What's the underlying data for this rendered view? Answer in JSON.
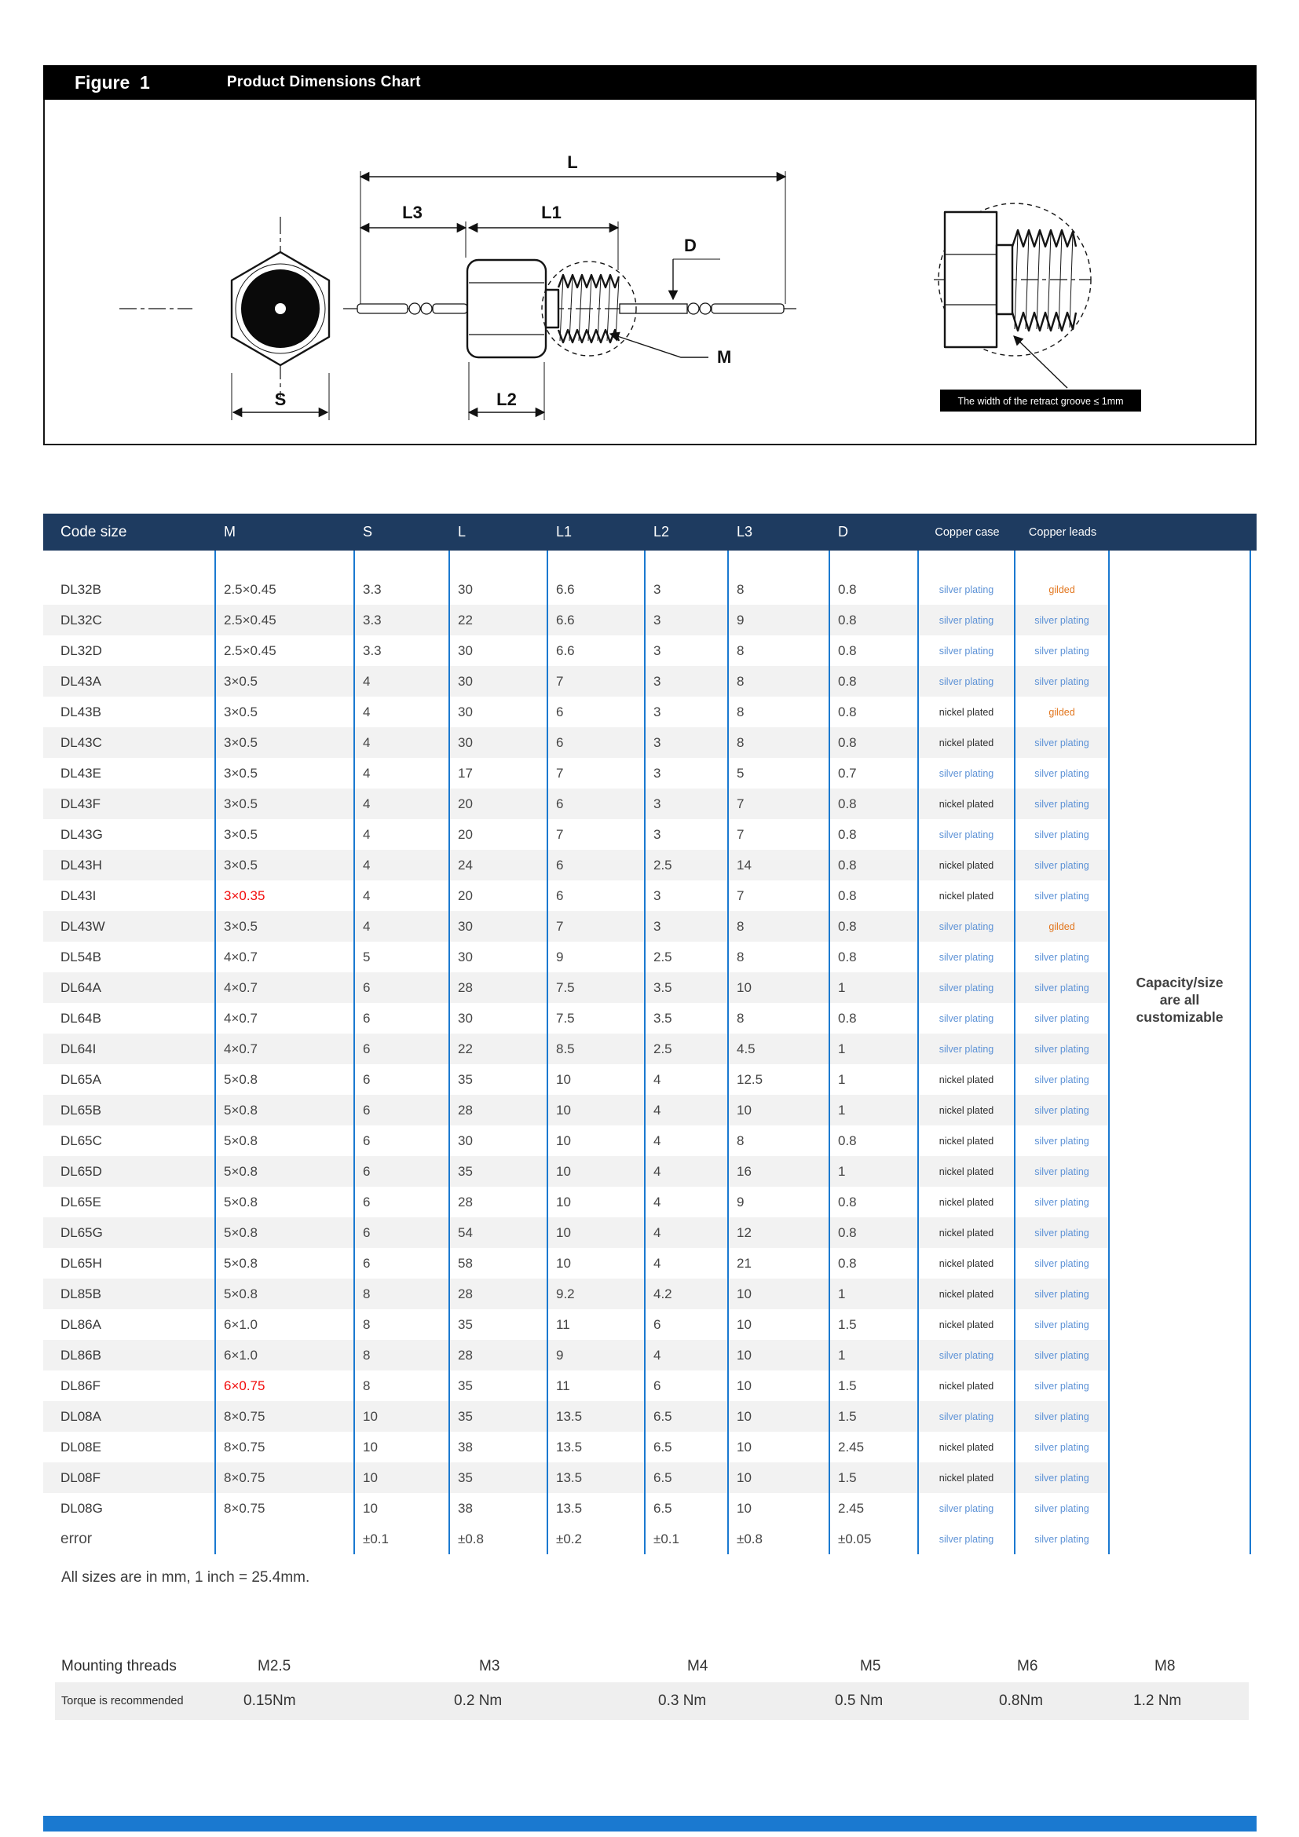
{
  "figure": {
    "label": "Figure  1",
    "title": "Product Dimensions Chart",
    "note": "The width of the retract groove ≤ 1mm",
    "dim_labels": {
      "L": "L",
      "L1": "L1",
      "L2": "L2",
      "L3": "L3",
      "S": "S",
      "M": "M",
      "D": "D"
    }
  },
  "table": {
    "headers": [
      "Code size",
      "M",
      "S",
      "L",
      "L1",
      "L2",
      "L3",
      "D",
      "Copper case",
      "Copper leads"
    ],
    "column_keys": [
      "code",
      "m",
      "s",
      "l",
      "l1",
      "l2",
      "l3",
      "d",
      "case",
      "leads"
    ],
    "rows": [
      {
        "code": "DL32B",
        "m": "2.5×0.45",
        "s": "3.3",
        "l": "30",
        "l1": "6.6",
        "l2": "3",
        "l3": "8",
        "d": "0.8",
        "case": "silver plating",
        "leads": "gilded"
      },
      {
        "code": "DL32C",
        "m": "2.5×0.45",
        "s": "3.3",
        "l": "22",
        "l1": "6.6",
        "l2": "3",
        "l3": "9",
        "d": "0.8",
        "case": "silver plating",
        "leads": "silver plating"
      },
      {
        "code": "DL32D",
        "m": "2.5×0.45",
        "s": "3.3",
        "l": "30",
        "l1": "6.6",
        "l2": "3",
        "l3": "8",
        "d": "0.8",
        "case": "silver plating",
        "leads": "silver plating"
      },
      {
        "code": "DL43A",
        "m": "3×0.5",
        "s": "4",
        "l": "30",
        "l1": "7",
        "l2": "3",
        "l3": "8",
        "d": "0.8",
        "case": "silver plating",
        "leads": "silver plating"
      },
      {
        "code": "DL43B",
        "m": "3×0.5",
        "s": "4",
        "l": "30",
        "l1": "6",
        "l2": "3",
        "l3": "8",
        "d": "0.8",
        "case": "nickel plated",
        "leads": "gilded"
      },
      {
        "code": "DL43C",
        "m": "3×0.5",
        "s": "4",
        "l": "30",
        "l1": "6",
        "l2": "3",
        "l3": "8",
        "d": "0.8",
        "case": "nickel plated",
        "leads": "silver plating"
      },
      {
        "code": "DL43E",
        "m": "3×0.5",
        "s": "4",
        "l": "17",
        "l1": "7",
        "l2": "3",
        "l3": "5",
        "d": "0.7",
        "case": "silver plating",
        "leads": "silver plating"
      },
      {
        "code": "DL43F",
        "m": "3×0.5",
        "s": "4",
        "l": "20",
        "l1": "6",
        "l2": "3",
        "l3": "7",
        "d": "0.8",
        "case": "nickel plated",
        "leads": "silver plating"
      },
      {
        "code": "DL43G",
        "m": "3×0.5",
        "s": "4",
        "l": "20",
        "l1": "7",
        "l2": "3",
        "l3": "7",
        "d": "0.8",
        "case": "silver plating",
        "leads": "silver plating"
      },
      {
        "code": "DL43H",
        "m": "3×0.5",
        "s": "4",
        "l": "24",
        "l1": "6",
        "l2": "2.5",
        "l3": "14",
        "d": "0.8",
        "case": "nickel plated",
        "leads": "silver plating"
      },
      {
        "code": "DL43I",
        "m": "3×0.35",
        "red": true,
        "s": "4",
        "l": "20",
        "l1": "6",
        "l2": "3",
        "l3": "7",
        "d": "0.8",
        "case": "nickel plated",
        "leads": "silver plating"
      },
      {
        "code": "DL43W",
        "m": "3×0.5",
        "s": "4",
        "l": "30",
        "l1": "7",
        "l2": "3",
        "l3": "8",
        "d": "0.8",
        "case": "silver plating",
        "leads": "gilded"
      },
      {
        "code": "DL54B",
        "m": "4×0.7",
        "s": "5",
        "l": "30",
        "l1": "9",
        "l2": "2.5",
        "l3": "8",
        "d": "0.8",
        "case": "silver plating",
        "leads": "silver plating"
      },
      {
        "code": "DL64A",
        "m": "4×0.7",
        "s": "6",
        "l": "28",
        "l1": "7.5",
        "l2": "3.5",
        "l3": "10",
        "d": "1",
        "case": "silver plating",
        "leads": "silver plating"
      },
      {
        "code": "DL64B",
        "m": "4×0.7",
        "s": "6",
        "l": "30",
        "l1": "7.5",
        "l2": "3.5",
        "l3": "8",
        "d": "0.8",
        "case": "silver plating",
        "leads": "silver plating"
      },
      {
        "code": "DL64I",
        "m": "4×0.7",
        "s": "6",
        "l": "22",
        "l1": "8.5",
        "l2": "2.5",
        "l3": "4.5",
        "d": "1",
        "case": "silver plating",
        "leads": "silver plating"
      },
      {
        "code": "DL65A",
        "m": "5×0.8",
        "s": "6",
        "l": "35",
        "l1": "10",
        "l2": "4",
        "l3": "12.5",
        "d": "1",
        "case": "nickel plated",
        "leads": "silver plating"
      },
      {
        "code": "DL65B",
        "m": "5×0.8",
        "s": "6",
        "l": "28",
        "l1": "10",
        "l2": "4",
        "l3": "10",
        "d": "1",
        "case": "nickel plated",
        "leads": "silver plating"
      },
      {
        "code": "DL65C",
        "m": "5×0.8",
        "s": "6",
        "l": "30",
        "l1": "10",
        "l2": "4",
        "l3": "8",
        "d": "0.8",
        "case": "nickel plated",
        "leads": "silver plating"
      },
      {
        "code": "DL65D",
        "m": "5×0.8",
        "s": "6",
        "l": "35",
        "l1": "10",
        "l2": "4",
        "l3": "16",
        "d": "1",
        "case": "nickel plated",
        "leads": "silver plating"
      },
      {
        "code": "DL65E",
        "m": "5×0.8",
        "s": "6",
        "l": "28",
        "l1": "10",
        "l2": "4",
        "l3": "9",
        "d": "0.8",
        "case": "nickel plated",
        "leads": "silver plating"
      },
      {
        "code": "DL65G",
        "m": "5×0.8",
        "s": "6",
        "l": "54",
        "l1": "10",
        "l2": "4",
        "l3": "12",
        "d": "0.8",
        "case": "nickel plated",
        "leads": "silver plating"
      },
      {
        "code": "DL65H",
        "m": "5×0.8",
        "s": "6",
        "l": "58",
        "l1": "10",
        "l2": "4",
        "l3": "21",
        "d": "0.8",
        "case": "nickel plated",
        "leads": "silver plating"
      },
      {
        "code": "DL85B",
        "m": "5×0.8",
        "s": "8",
        "l": "28",
        "l1": "9.2",
        "l2": "4.2",
        "l3": "10",
        "d": "1",
        "case": "nickel plated",
        "leads": "silver plating"
      },
      {
        "code": "DL86A",
        "m": "6×1.0",
        "s": "8",
        "l": "35",
        "l1": "11",
        "l2": "6",
        "l3": "10",
        "d": "1.5",
        "case": "nickel plated",
        "leads": "silver plating"
      },
      {
        "code": "DL86B",
        "m": "6×1.0",
        "s": "8",
        "l": "28",
        "l1": "9",
        "l2": "4",
        "l3": "10",
        "d": "1",
        "case": "silver plating",
        "leads": "silver plating"
      },
      {
        "code": "DL86F",
        "m": "6×0.75",
        "red": true,
        "s": "8",
        "l": "35",
        "l1": "11",
        "l2": "6",
        "l3": "10",
        "d": "1.5",
        "case": "nickel plated",
        "leads": "silver plating"
      },
      {
        "code": "DL08A",
        "m": "8×0.75",
        "s": "10",
        "l": "35",
        "l1": "13.5",
        "l2": "6.5",
        "l3": "10",
        "d": "1.5",
        "case": "silver plating",
        "leads": "silver plating"
      },
      {
        "code": "DL08E",
        "m": "8×0.75",
        "s": "10",
        "l": "38",
        "l1": "13.5",
        "l2": "6.5",
        "l3": "10",
        "d": "2.45",
        "case": "nickel plated",
        "leads": "silver plating"
      },
      {
        "code": "DL08F",
        "m": "8×0.75",
        "s": "10",
        "l": "35",
        "l1": "13.5",
        "l2": "6.5",
        "l3": "10",
        "d": "1.5",
        "case": "nickel plated",
        "leads": "silver plating"
      },
      {
        "code": "DL08G",
        "m": "8×0.75",
        "s": "10",
        "l": "38",
        "l1": "13.5",
        "l2": "6.5",
        "l3": "10",
        "d": "2.45",
        "case": "silver plating",
        "leads": "silver plating"
      }
    ],
    "error_row": {
      "code": "error",
      "m": "",
      "s": "±0.1",
      "l": "±0.8",
      "l1": "±0.2",
      "l2": "±0.1",
      "l3": "±0.8",
      "d": "±0.05",
      "case": "silver plating",
      "leads": "silver plating"
    },
    "side_note": "Capacity/size\nare all\ncustomizable"
  },
  "footer": {
    "sizes_note": "All sizes are in mm, 1 inch = 25.4mm."
  },
  "mounting": {
    "threads_label": "Mounting threads",
    "torque_label": "Torque is recommended",
    "columns": [
      {
        "thread": "M2.5",
        "torque": "0.15Nm"
      },
      {
        "thread": "M3",
        "torque": "0.2 Nm"
      },
      {
        "thread": "M4",
        "torque": "0.3 Nm"
      },
      {
        "thread": "M5",
        "torque": "0.5 Nm"
      },
      {
        "thread": "M6",
        "torque": "0.8Nm"
      },
      {
        "thread": "M8",
        "torque": "1.2 Nm"
      }
    ]
  },
  "colors": {
    "header_navy": "#1e3b60",
    "column_line_blue": "#1a79d0",
    "silver_plating_text": "#5d92d6",
    "gilded_text": "#e2761e",
    "nickel_plated_text": "#2e2e2e",
    "highlight_red": "#f20d0d",
    "row_stripe": "#f2f2f2",
    "bottom_bar_blue": "#1a79d0"
  }
}
